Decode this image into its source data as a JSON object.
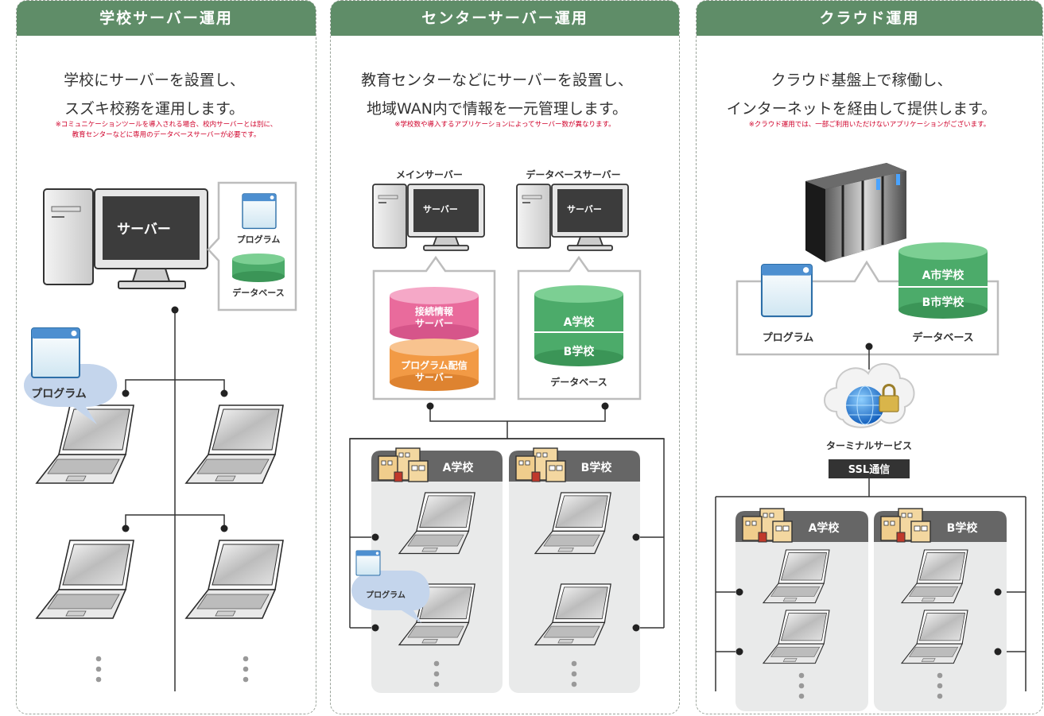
{
  "panels": [
    {
      "title": "学校サーバー運用",
      "lead": [
        "学校にサーバーを設置し、",
        "スズキ校務を運用します。"
      ],
      "note": [
        "※コミュニケーションツールを導入される場合、校内サーバーとは別に、",
        "教育センターなどに専用のデータベースサーバーが必要です。"
      ],
      "server_label": "サーバー",
      "program_label": "プログラム",
      "database_label": "データベース",
      "bubble_label": "プログラム"
    },
    {
      "title": "センターサーバー運用",
      "lead": [
        "教育センターなどにサーバーを設置し、",
        "地域WAN内で情報を一元管理します。"
      ],
      "note": [
        "※学校数や導入するアプリケーションによってサーバー数が異なります。"
      ],
      "main_server_title": "メインサーバー",
      "db_server_title": "データベースサーバー",
      "server_label": "サーバー",
      "conn_db": [
        "接続情報",
        "サーバー"
      ],
      "dist_db": [
        "プログラム配信",
        "サーバー"
      ],
      "db_a": "A学校",
      "db_b": "B学校",
      "database_label": "データベース",
      "school_a": "A学校",
      "school_b": "B学校",
      "bubble_label": "プログラム"
    },
    {
      "title": "クラウド運用",
      "lead": [
        "クラウド基盤上で稼働し、",
        "インターネットを経由して提供します。"
      ],
      "note": [
        "※クラウド運用では、一部ご利用いただけないアプリケーションがございます。"
      ],
      "db_a": "A市学校",
      "db_b": "B市学校",
      "program_label": "プログラム",
      "database_label": "データベース",
      "terminal_label": "ターミナルサービス",
      "ssl_label": "SSL通信",
      "school_a": "A学校",
      "school_b": "B学校"
    }
  ],
  "colors": {
    "header_green": "#5f8d68",
    "db_green": "#4cab6a",
    "db_pink": "#e96b9c",
    "db_orange": "#f29a45",
    "school_bar": "#666666",
    "school_bg": "#e9eaea",
    "note_red": "#d0002a"
  }
}
